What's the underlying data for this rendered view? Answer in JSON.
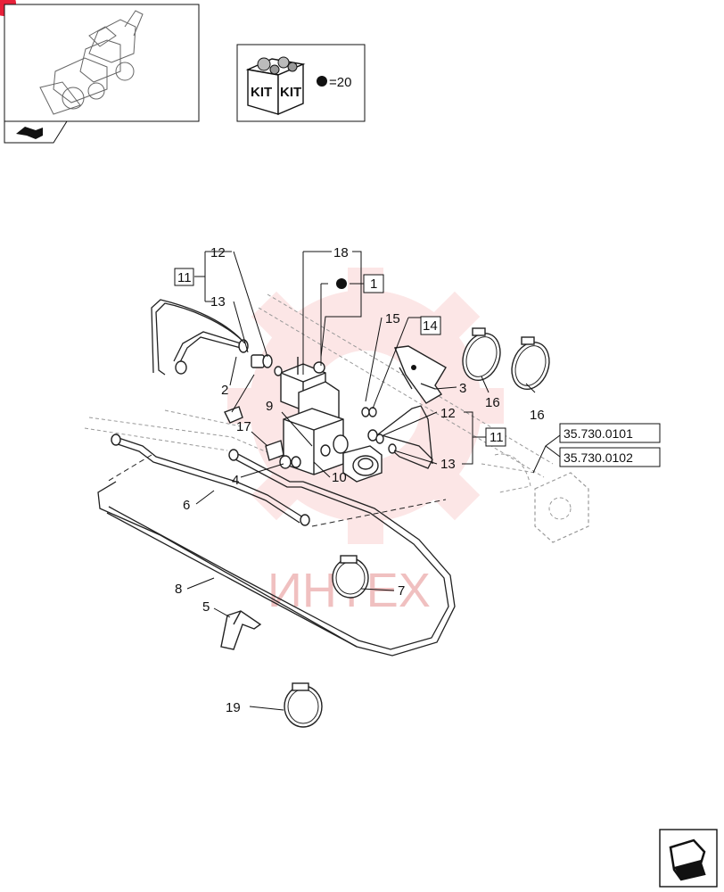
{
  "kit_box": {
    "kit_text_1": "KIT",
    "kit_text_2": "KIT",
    "equals_value": "=20"
  },
  "labels": {
    "n1": "1",
    "n2": "2",
    "n3": "3",
    "n4": "4",
    "n5": "5",
    "n6": "6",
    "n7": "7",
    "n8": "8",
    "n9": "9",
    "n10": "10",
    "n11a": "11",
    "n11b": "11",
    "n12a": "12",
    "n12b": "12",
    "n13a": "13",
    "n13b": "13",
    "n14": "14",
    "n15": "15",
    "n16a": "16",
    "n16b": "16",
    "n17": "17",
    "n18": "18",
    "n19": "19"
  },
  "refs": {
    "ref1": "35.730.0101",
    "ref2": "35.730.0102"
  },
  "watermark": {
    "text": "ИНТЕХ",
    "color": "#f4b9b9"
  },
  "colors": {
    "badge": "#e8213a",
    "watermark_gear": "#fbd3d3"
  },
  "icons": {
    "back_nav": "back-arrow-icon",
    "corner_nav": "next-page-icon"
  }
}
